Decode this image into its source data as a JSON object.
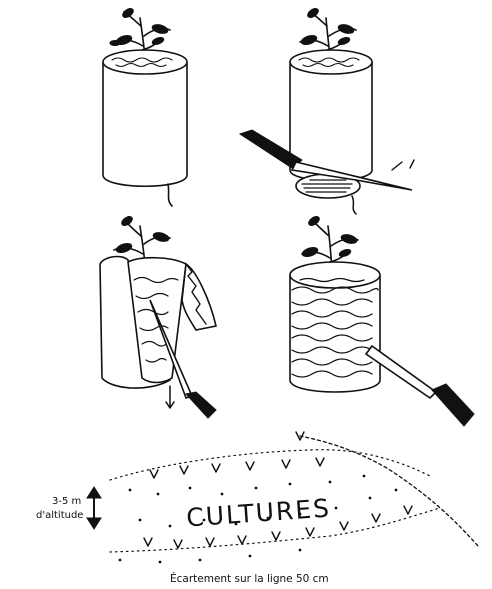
{
  "figure": {
    "panels": [
      {
        "name": "pot-intact"
      },
      {
        "name": "pot-cut-bottom"
      },
      {
        "name": "pot-slit-open"
      },
      {
        "name": "root-ball-free"
      }
    ],
    "altitude_label_line1": "3-5 m",
    "altitude_label_line2": "d'altitude",
    "crops_label": "CULTURES",
    "spacing_label": "Écartement sur la ligne   50 cm"
  },
  "colors": {
    "ink": "#111111",
    "paper": "#ffffff"
  }
}
